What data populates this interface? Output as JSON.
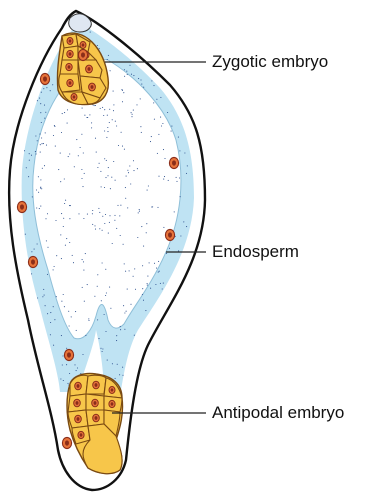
{
  "labels": {
    "zygotic_embryo": "Zygotic embryo",
    "endosperm": "Endosperm",
    "antipodal_embryo": "Antipodal embryo"
  },
  "colors": {
    "outline": "#111111",
    "endosperm_fill": "#bfe3f3",
    "endosperm_dots": "#2a4d8c",
    "cell_fill": "#f7c64a",
    "cell_stroke": "#7a4a12",
    "nucleus_fill": "#e7733a",
    "nucleus_stroke": "#8b2e1a",
    "leader_line": "#222222"
  },
  "icons": {
    "nucleus": "cell-nucleus"
  }
}
